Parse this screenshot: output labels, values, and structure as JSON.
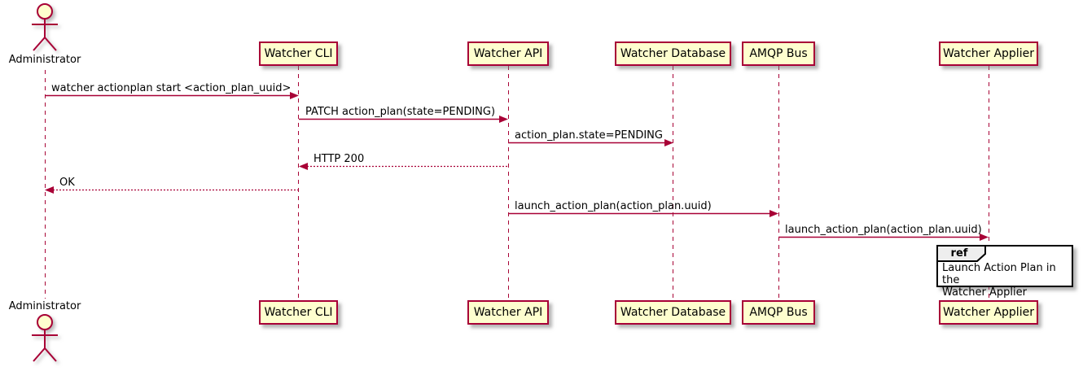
{
  "diagram": {
    "type": "sequence",
    "actor": {
      "label": "Administrator"
    },
    "participants": [
      {
        "label": "Watcher CLI"
      },
      {
        "label": "Watcher API"
      },
      {
        "label": "Watcher Database"
      },
      {
        "label": "AMQP Bus"
      },
      {
        "label": "Watcher Applier"
      }
    ],
    "messages": [
      {
        "label": "watcher actionplan start <action_plan_uuid>",
        "from": "Administrator",
        "to": "Watcher CLI",
        "line": "solid"
      },
      {
        "label": "PATCH action_plan(state=PENDING)",
        "from": "Watcher CLI",
        "to": "Watcher API",
        "line": "solid"
      },
      {
        "label": "action_plan.state=PENDING",
        "from": "Watcher API",
        "to": "Watcher Database",
        "line": "solid"
      },
      {
        "label": "HTTP 200",
        "from": "Watcher API",
        "to": "Watcher CLI",
        "line": "dotted"
      },
      {
        "label": "OK",
        "from": "Watcher CLI",
        "to": "Administrator",
        "line": "dotted"
      },
      {
        "label": "launch_action_plan(action_plan.uuid)",
        "from": "Watcher API",
        "to": "AMQP Bus",
        "line": "solid"
      },
      {
        "label": "launch_action_plan(action_plan.uuid)",
        "from": "AMQP Bus",
        "to": "Watcher Applier",
        "line": "solid"
      }
    ],
    "ref": {
      "keyword": "ref",
      "text": "Launch Action Plan in the\nWatcher Applier",
      "over": "Watcher Applier"
    },
    "colors": {
      "participant_fill": "#FEFECE",
      "participant_border": "#A80036",
      "line": "#A80036",
      "text": "#000000",
      "ref_border": "#000000",
      "ref_tab_fill": "#EEEEEE"
    }
  }
}
